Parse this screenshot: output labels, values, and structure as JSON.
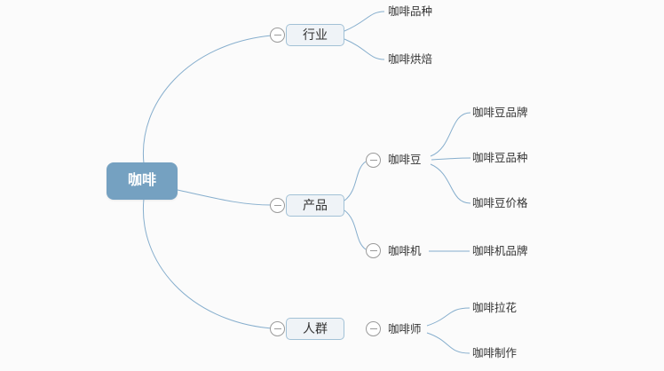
{
  "app": {
    "type": "mindmap-canvas"
  },
  "colors": {
    "background": "#fbfbfb",
    "root_fill": "#75a1c1",
    "root_text": "#ffffff",
    "branch_fill": "#eff3f7",
    "branch_border": "#a2c1d6",
    "line": "#86aecd",
    "text": "#333333",
    "collapse_icon": "#9a9a9a"
  },
  "tree": {
    "label": "咖啡",
    "children": [
      {
        "label": "行业",
        "collapsed": false,
        "children": [
          {
            "label": "咖啡品种"
          },
          {
            "label": "咖啡烘焙"
          }
        ]
      },
      {
        "label": "产品",
        "collapsed": false,
        "children": [
          {
            "label": "咖啡豆",
            "collapsed": false,
            "children": [
              {
                "label": "咖啡豆品牌"
              },
              {
                "label": "咖啡豆品种"
              },
              {
                "label": "咖啡豆价格"
              }
            ]
          },
          {
            "label": "咖啡机",
            "collapsed": false,
            "children": [
              {
                "label": "咖啡机品牌"
              }
            ]
          }
        ]
      },
      {
        "label": "人群",
        "collapsed": false,
        "children": [
          {
            "label": "咖啡师",
            "collapsed": false,
            "children": [
              {
                "label": "咖啡拉花"
              },
              {
                "label": "咖啡制作"
              }
            ]
          }
        ]
      }
    ]
  }
}
